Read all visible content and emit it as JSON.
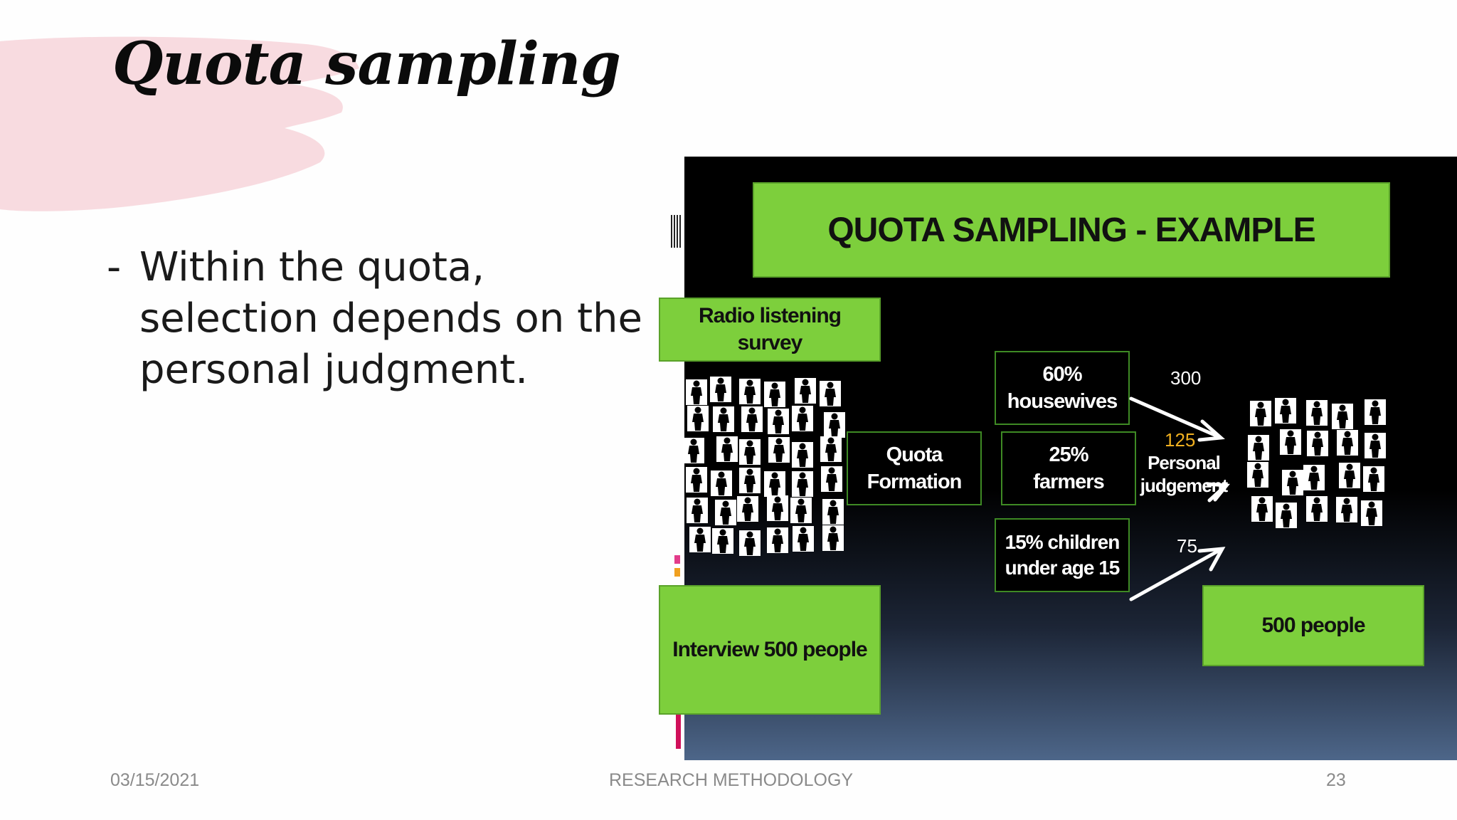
{
  "slide": {
    "title": "Quota sampling",
    "bullet_dash": "-",
    "bullet_text": "Within the quota, selection depends on the personal judgment."
  },
  "example": {
    "heading": "QUOTA SAMPLING - EXAMPLE",
    "survey_label": "Radio listening survey",
    "interview_label": "Interview 500 people",
    "quota_formation": "Quota Formation",
    "quotas": [
      {
        "label": "60% housewives",
        "count": "300"
      },
      {
        "label": "25% farmers",
        "count": "125"
      },
      {
        "label": "15% children under age 15",
        "count": "75"
      }
    ],
    "personal_judgement": "Personal judgement",
    "result_label": "500 people",
    "colors": {
      "box_green": "#7dcf3c",
      "count_accent": "#f0b020",
      "background": "#000000"
    }
  },
  "footer": {
    "date": "03/15/2021",
    "course": "RESEARCH METHODOLOGY",
    "page_number": "23"
  }
}
